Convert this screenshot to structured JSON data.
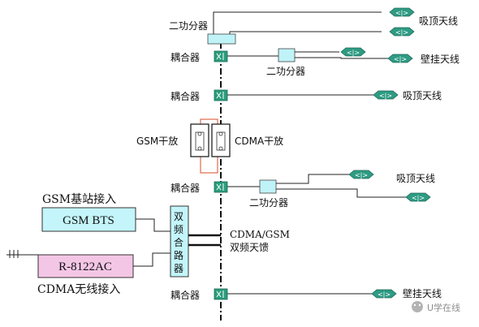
{
  "components": {
    "top_splitter": "二功分器",
    "coupler": "耦合器",
    "splitter": "二功分器",
    "gsm_amp": "GSM干放",
    "cdma_amp": "CDMA干放",
    "combiner_chars": [
      "双",
      "频",
      "合",
      "路",
      "器"
    ],
    "gsm_bts": "GSM BTS",
    "gsm_access": "GSM基站接入",
    "r8122ac": "R-8122AC",
    "cdma_access": "CDMA无线接入",
    "feeder_line1": "CDMA/GSM",
    "feeder_line2": "双频天馈"
  },
  "antennas": {
    "ceiling": "吸顶天线",
    "wall": "壁挂天线"
  },
  "watermark": "U学在线",
  "colors": {
    "coupler_fill": "#2a9d7c",
    "splitter_fill": "#bff3f8",
    "box_fill": "#c3f5fa",
    "antenna_fill": "#2e9b83",
    "pink_box": "#f4c6e6",
    "amp_outline": "#e06a4a"
  }
}
